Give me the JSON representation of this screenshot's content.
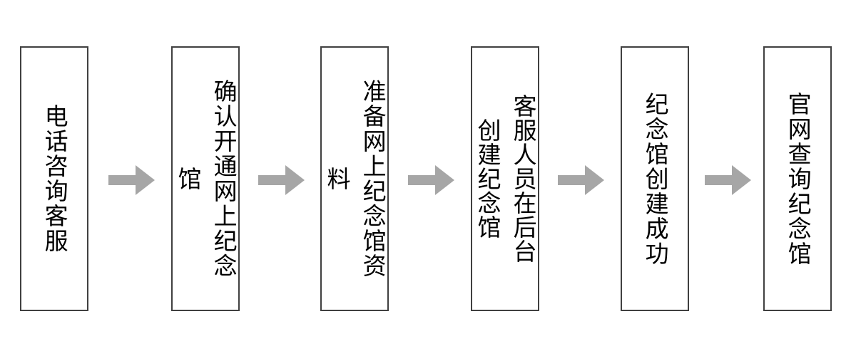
{
  "diagram": {
    "type": "linear-process-flow",
    "orientation": "left-to-right",
    "text_direction": "vertical-rl",
    "background_color": "#ffffff",
    "box_border_color": "#404040",
    "box_fill_color": "#ffffff",
    "text_color": "#000000",
    "arrow_color": "#a6a6a6",
    "steps": [
      {
        "id": 1,
        "label": "电话咨询客服"
      },
      {
        "id": 2,
        "label": "确认开通网上纪念馆"
      },
      {
        "id": 3,
        "label": "准备网上纪念馆资料"
      },
      {
        "id": 4,
        "label": "客服人员在后台创建纪念馆"
      },
      {
        "id": 5,
        "label": "纪念馆创建成功"
      },
      {
        "id": 6,
        "label": "官网查询纪念馆"
      }
    ],
    "connectors": [
      {
        "id": 1,
        "from": 1,
        "to": 2,
        "icon": "right-arrow-icon"
      },
      {
        "id": 2,
        "from": 2,
        "to": 3,
        "icon": "right-arrow-icon"
      },
      {
        "id": 3,
        "from": 3,
        "to": 4,
        "icon": "right-arrow-icon"
      },
      {
        "id": 4,
        "from": 4,
        "to": 5,
        "icon": "right-arrow-icon"
      },
      {
        "id": 5,
        "from": 5,
        "to": 6,
        "icon": "right-arrow-icon"
      }
    ]
  }
}
